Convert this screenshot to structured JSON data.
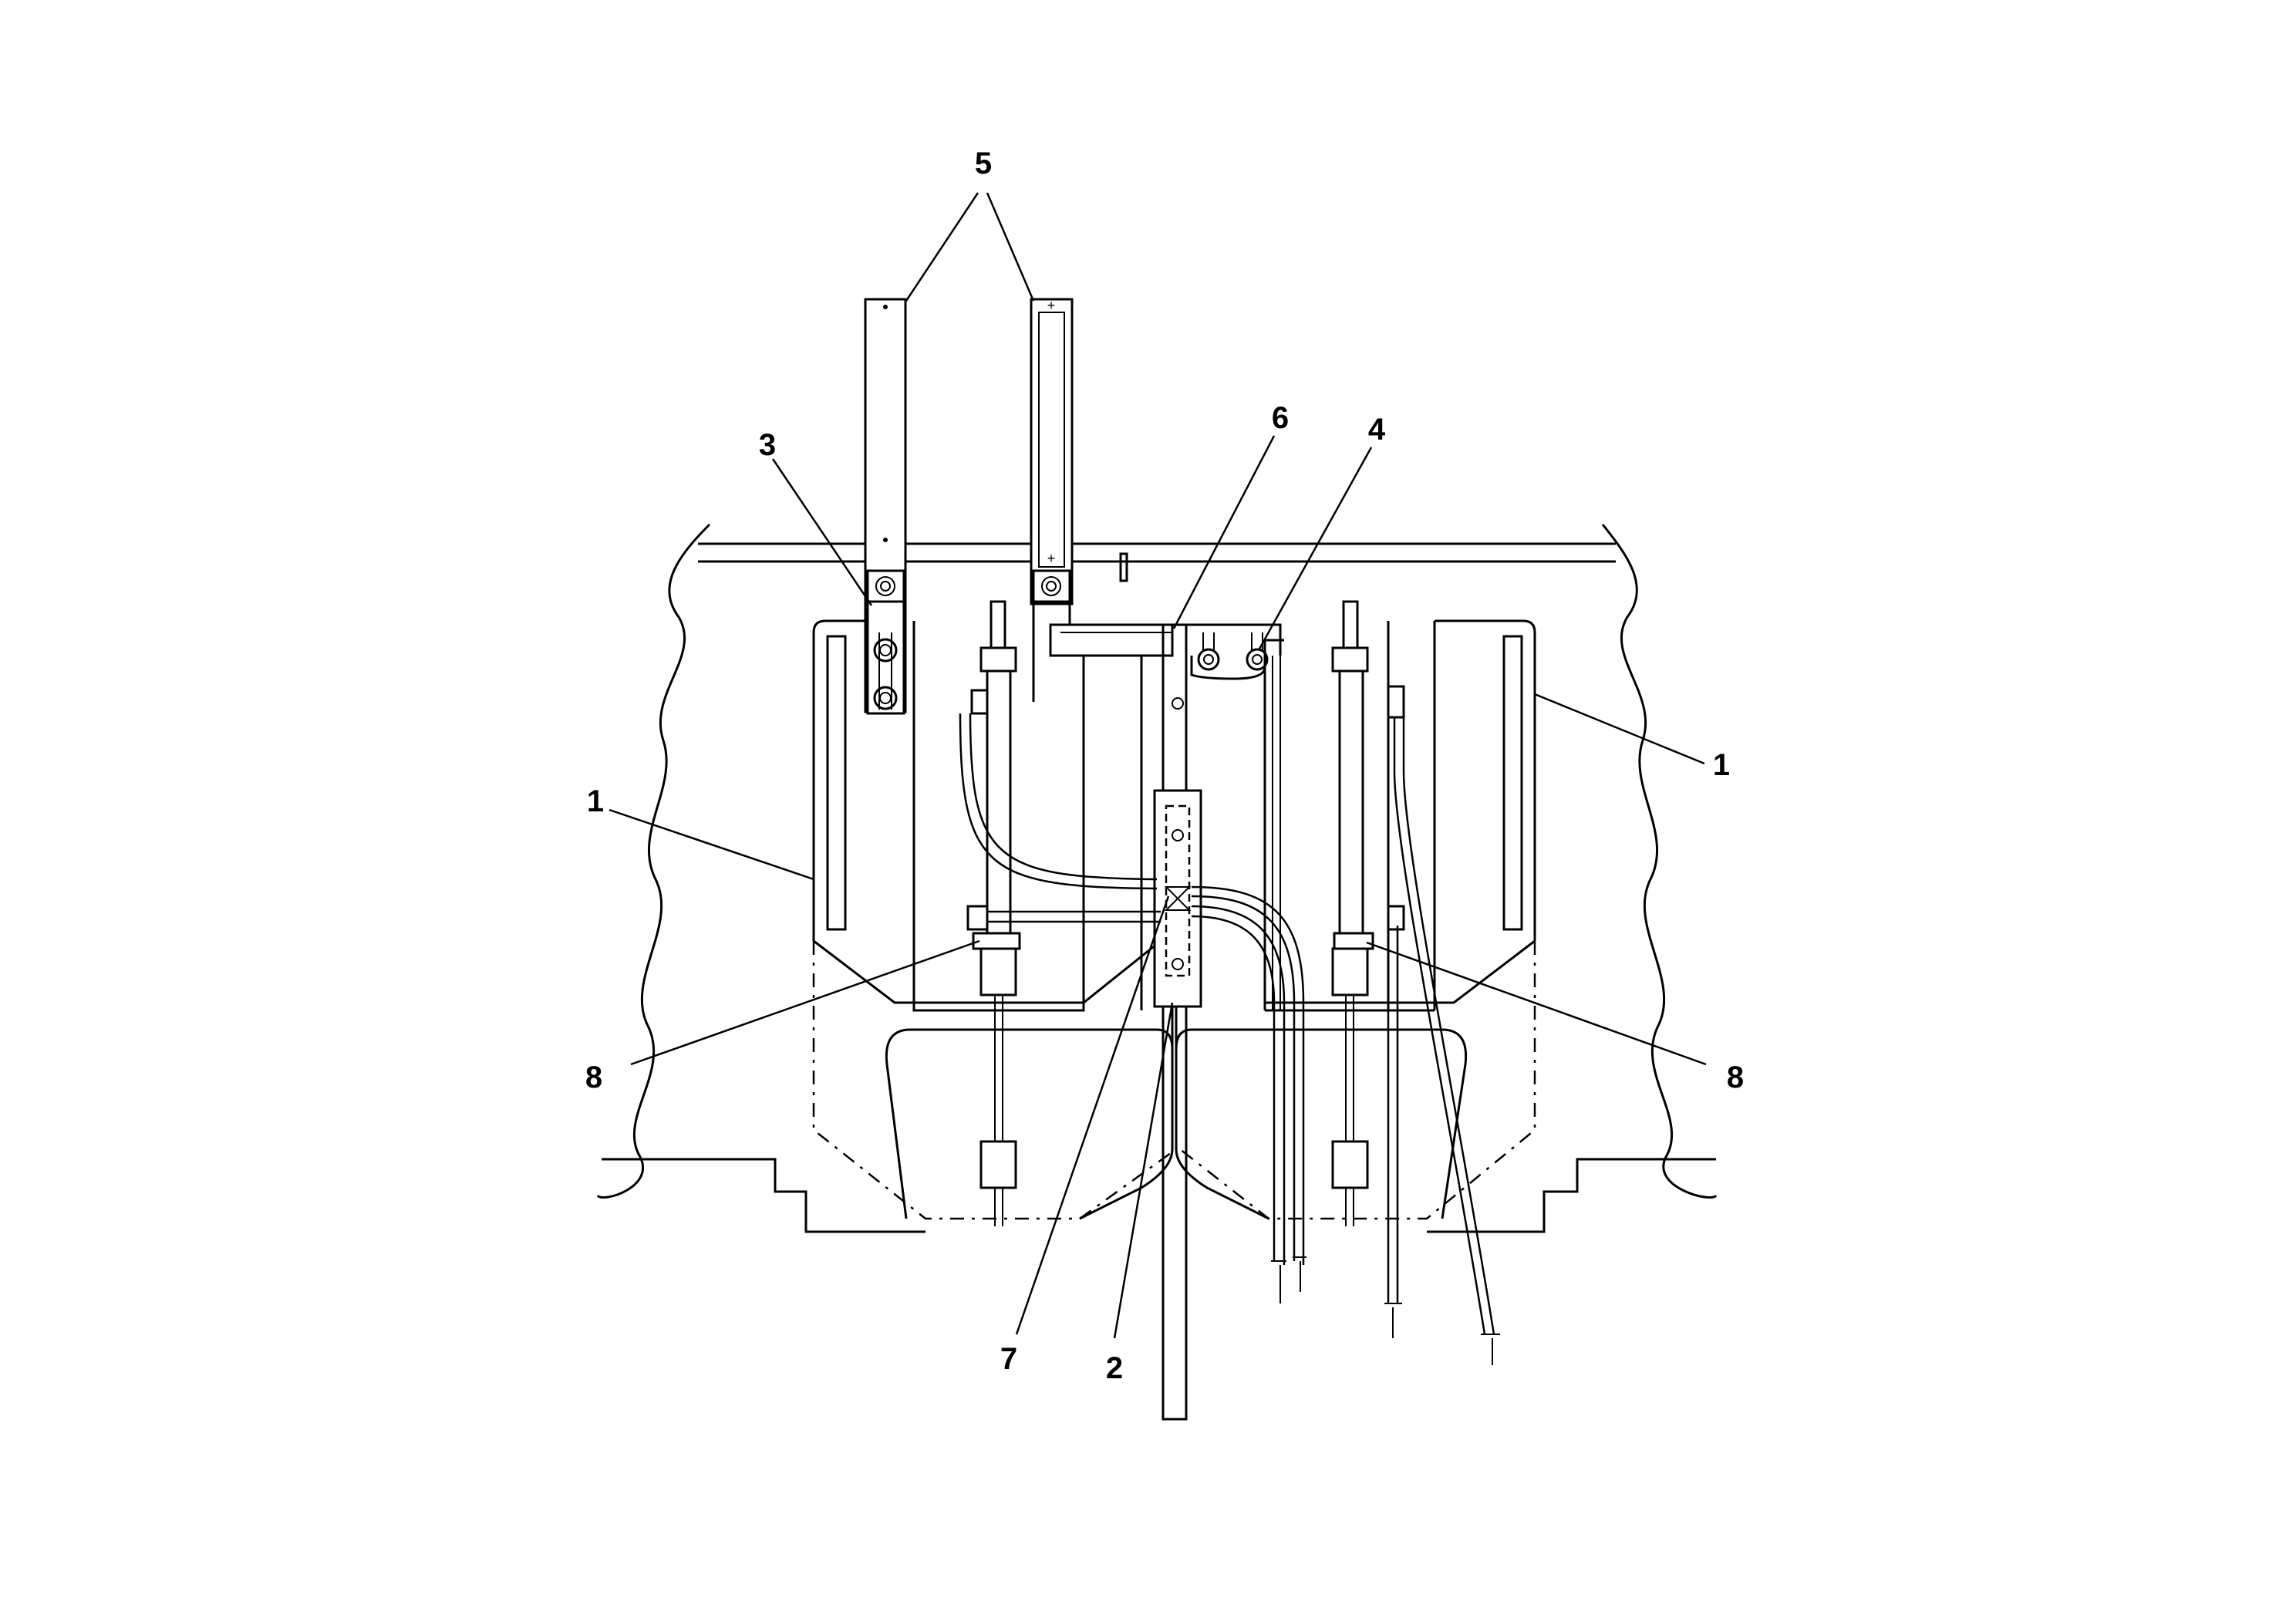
{
  "callouts": [
    {
      "id": "label-5",
      "text": "5"
    },
    {
      "id": "label-3",
      "text": "3"
    },
    {
      "id": "label-6",
      "text": "6"
    },
    {
      "id": "label-4",
      "text": "4"
    },
    {
      "id": "label-1-left",
      "text": "1"
    },
    {
      "id": "label-1-right",
      "text": "1"
    },
    {
      "id": "label-8-left",
      "text": "8"
    },
    {
      "id": "label-8-right",
      "text": "8"
    },
    {
      "id": "label-7",
      "text": "7"
    },
    {
      "id": "label-2",
      "text": "2"
    }
  ]
}
